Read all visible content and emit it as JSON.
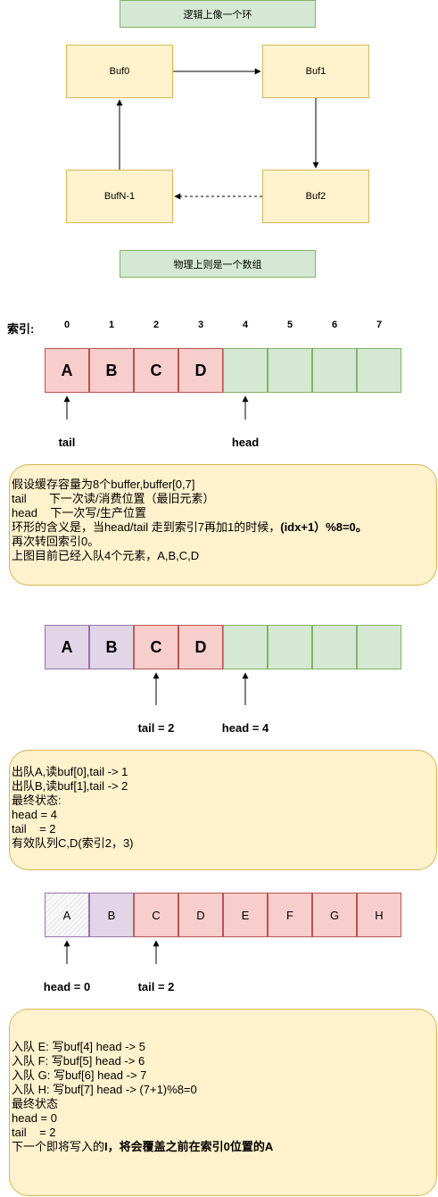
{
  "top_label": "逻辑上像一个环",
  "bottom_label": "物理上则是一个数组",
  "ring": [
    "Buf0",
    "Buf1",
    "Buf2",
    "BufN-1"
  ],
  "index_label": "索引:",
  "indices": [
    "0",
    "1",
    "2",
    "3",
    "4",
    "5",
    "6",
    "7"
  ],
  "array1": {
    "cells": [
      "A",
      "B",
      "C",
      "D",
      "",
      "",
      "",
      ""
    ],
    "tail_label": "tail",
    "head_label": "head"
  },
  "note1": {
    "lines": [
      "假设缓存容量为8个buffer,buffer[0,7]",
      "tail       下一次读/消费位置（最旧元素）",
      "head    下一次写/生产位置",
      "再次转回索引0。",
      "上图目前已经入队4个元素，A,B,C,D"
    ],
    "line4_normal": "环形的含义是，当head/tail 走到索引7再加1的时候，",
    "line4_bold": "(idx+1）%8=0。"
  },
  "array2": {
    "cells": [
      "A",
      "B",
      "C",
      "D",
      "",
      "",
      "",
      ""
    ],
    "tail_label": "tail = 2",
    "head_label": "head = 4"
  },
  "note2": {
    "lines": [
      "出队A,读buf[0],tail -> 1",
      "出队B,读buf[1],tail -> 2",
      "最终状态:",
      "head = 4",
      "tail    = 2",
      "有效队列C,D(索引2，3)"
    ]
  },
  "array3": {
    "cells": [
      "A",
      "B",
      "C",
      "D",
      "E",
      "F",
      "G",
      "H"
    ],
    "head_label": "head = 0",
    "tail_label": "tail = 2"
  },
  "note3": {
    "lines": [
      "入队 E: 写buf[4] head -> 5",
      "入队 F: 写buf[5] head -> 6",
      "入队 G: 写buf[6] head -> 7",
      "入队 H: 写buf[7] head -> (7+1)%8=0",
      "最终状态",
      "head = 0",
      "tail    = 2"
    ],
    "last_normal": "下一个即将写入的",
    "last_bold": "I，将会覆盖之前在索引0位置的A"
  },
  "colors": {
    "red_fill": "#f8cecc",
    "green_fill": "#d5e8d4",
    "purple_fill": "#e1d5e7",
    "yellow_fill": "#fff2cc"
  }
}
